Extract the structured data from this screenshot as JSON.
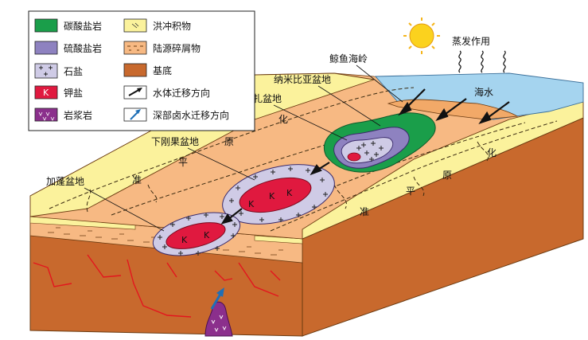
{
  "legend": {
    "items": [
      {
        "key": "carbonate",
        "label": "碳酸盐岩",
        "icon": "carbonate-swatch-icon"
      },
      {
        "key": "alluvial",
        "label": "洪冲积物",
        "icon": "alluvial-swatch-icon"
      },
      {
        "key": "sulfate",
        "label": "硫酸盐岩",
        "icon": "sulfate-swatch-icon"
      },
      {
        "key": "clastic",
        "label": "陆源碎屑物",
        "icon": "clastic-swatch-icon"
      },
      {
        "key": "halite",
        "label": "石盐",
        "icon": "halite-swatch-icon"
      },
      {
        "key": "basement",
        "label": "基底",
        "icon": "basement-swatch-icon"
      },
      {
        "key": "potash",
        "label": "钾盐",
        "icon": "potash-swatch-icon",
        "symbol": "K"
      },
      {
        "key": "water_flow",
        "label": "水体迁移方向",
        "icon": "black-arrow-icon"
      },
      {
        "key": "magma",
        "label": "岩浆岩",
        "icon": "magma-swatch-icon"
      },
      {
        "key": "brine_flow",
        "label": "深部卤水迁移方向",
        "icon": "blue-arrow-icon"
      }
    ]
  },
  "labels": {
    "evaporation": "蒸发作用",
    "walvis_ridge": "鲸鱼海岭",
    "namibia_basin": "纳米比亚盆地",
    "kwanza_basin": "宽扎盆地",
    "lower_congo_basin": "下刚果盆地",
    "gabon_basin": "加蓬盆地",
    "sea": "海水",
    "k": "K"
  },
  "peneplain": {
    "left": [
      "准",
      "平",
      "原",
      "化"
    ],
    "right": [
      "准",
      "平",
      "原",
      "化"
    ]
  },
  "colors": {
    "carbonate": "#1a9e4a",
    "sulfate": "#8e82c0",
    "halite": "#cfcbe6",
    "potash": "#e0193f",
    "magma": "#8b2f8c",
    "alluvial": "#fbf29c",
    "clastic": "#f7b983",
    "basement": "#c8692d",
    "sea": "#a5d4ef",
    "sun": "#fbd21e",
    "brine_arrow": "#1f6fb6"
  }
}
